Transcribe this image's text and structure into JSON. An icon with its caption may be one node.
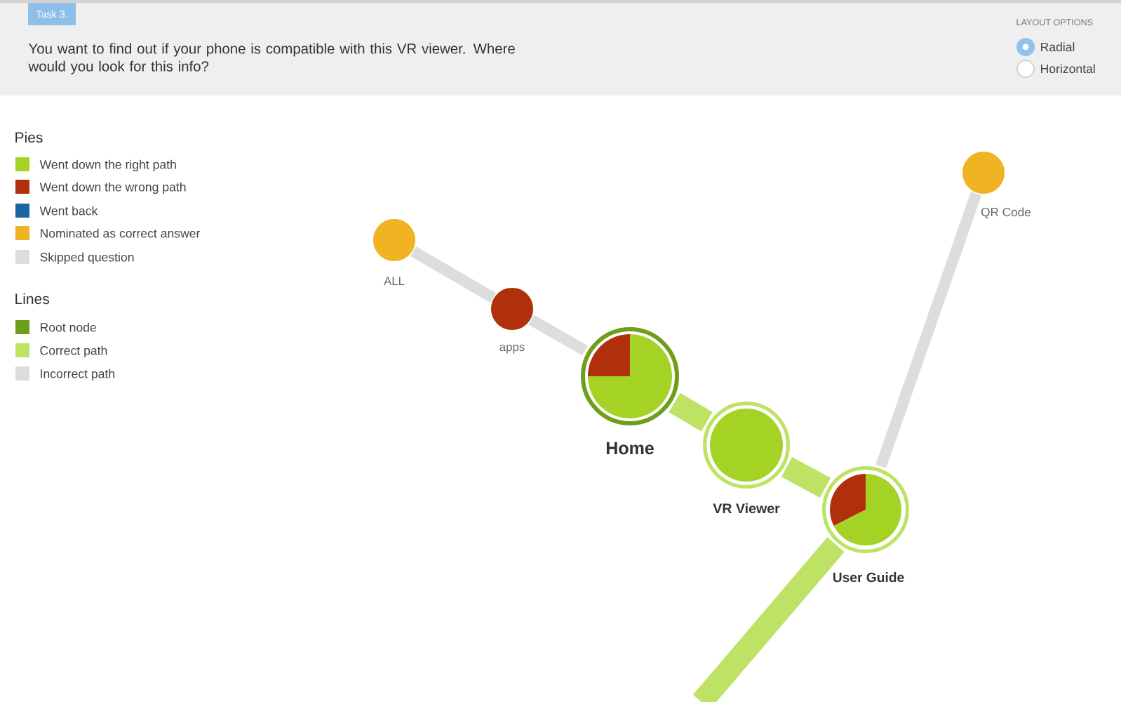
{
  "diagram": {
    "nodes": [
      {
        "text": [
          "ALL"
        ]
      },
      {
        "text": [
          "apps"
        ]
      },
      {
        "text": [
          "Home"
        ]
      },
      {
        "text": [
          "VR Viewer"
        ]
      },
      {
        "text": [
          "User Guide"
        ]
      },
      {
        "text": [
          "QR Code"
        ]
      }
    ],
    "edges": [
      {
        "from": 2,
        "to": 1,
        "arrow": "none",
        "color": "#dddddd"
      },
      {
        "from": 1,
        "to": 0,
        "arrow": "none",
        "color": "#dddddd"
      },
      {
        "from": 2,
        "to": 3,
        "arrow": "none",
        "style": "thick",
        "color": "#bde264"
      },
      {
        "from": 3,
        "to": 4,
        "arrow": "none",
        "style": "thick",
        "color": "#bde264"
      },
      {
        "from": 4,
        "to": 5,
        "arrow": "none",
        "color": "#dddddd"
      },
      {
        "from": 4,
        "to": null,
        "arrow": "none",
        "style": "thick",
        "color": "#bde264"
      }
    ],
    "labels": [
      "Task 3.",
      "You want to find out if your phone is compatible with this VR viewer. Where would you look for this info?",
      "LAYOUT OPTIONS",
      "Radial",
      "Horizontal",
      "Pies",
      "Lines"
    ],
    "legend": [
      {
        "text": "Went down the right path",
        "color": "#a5d325"
      },
      {
        "text": "Went down the wrong path",
        "color": "#b1300c"
      },
      {
        "text": "Went back",
        "color": "#1a65a0"
      },
      {
        "text": "Nominated as correct answer",
        "color": "#f0b323"
      },
      {
        "text": "Skipped question",
        "color": "#dcdcdc"
      },
      {
        "text": "Root node",
        "color": "#6f9e1d"
      },
      {
        "text": "Correct path",
        "color": "#bde264"
      },
      {
        "text": "Incorrect path",
        "color": "#dcdcdc"
      }
    ]
  }
}
